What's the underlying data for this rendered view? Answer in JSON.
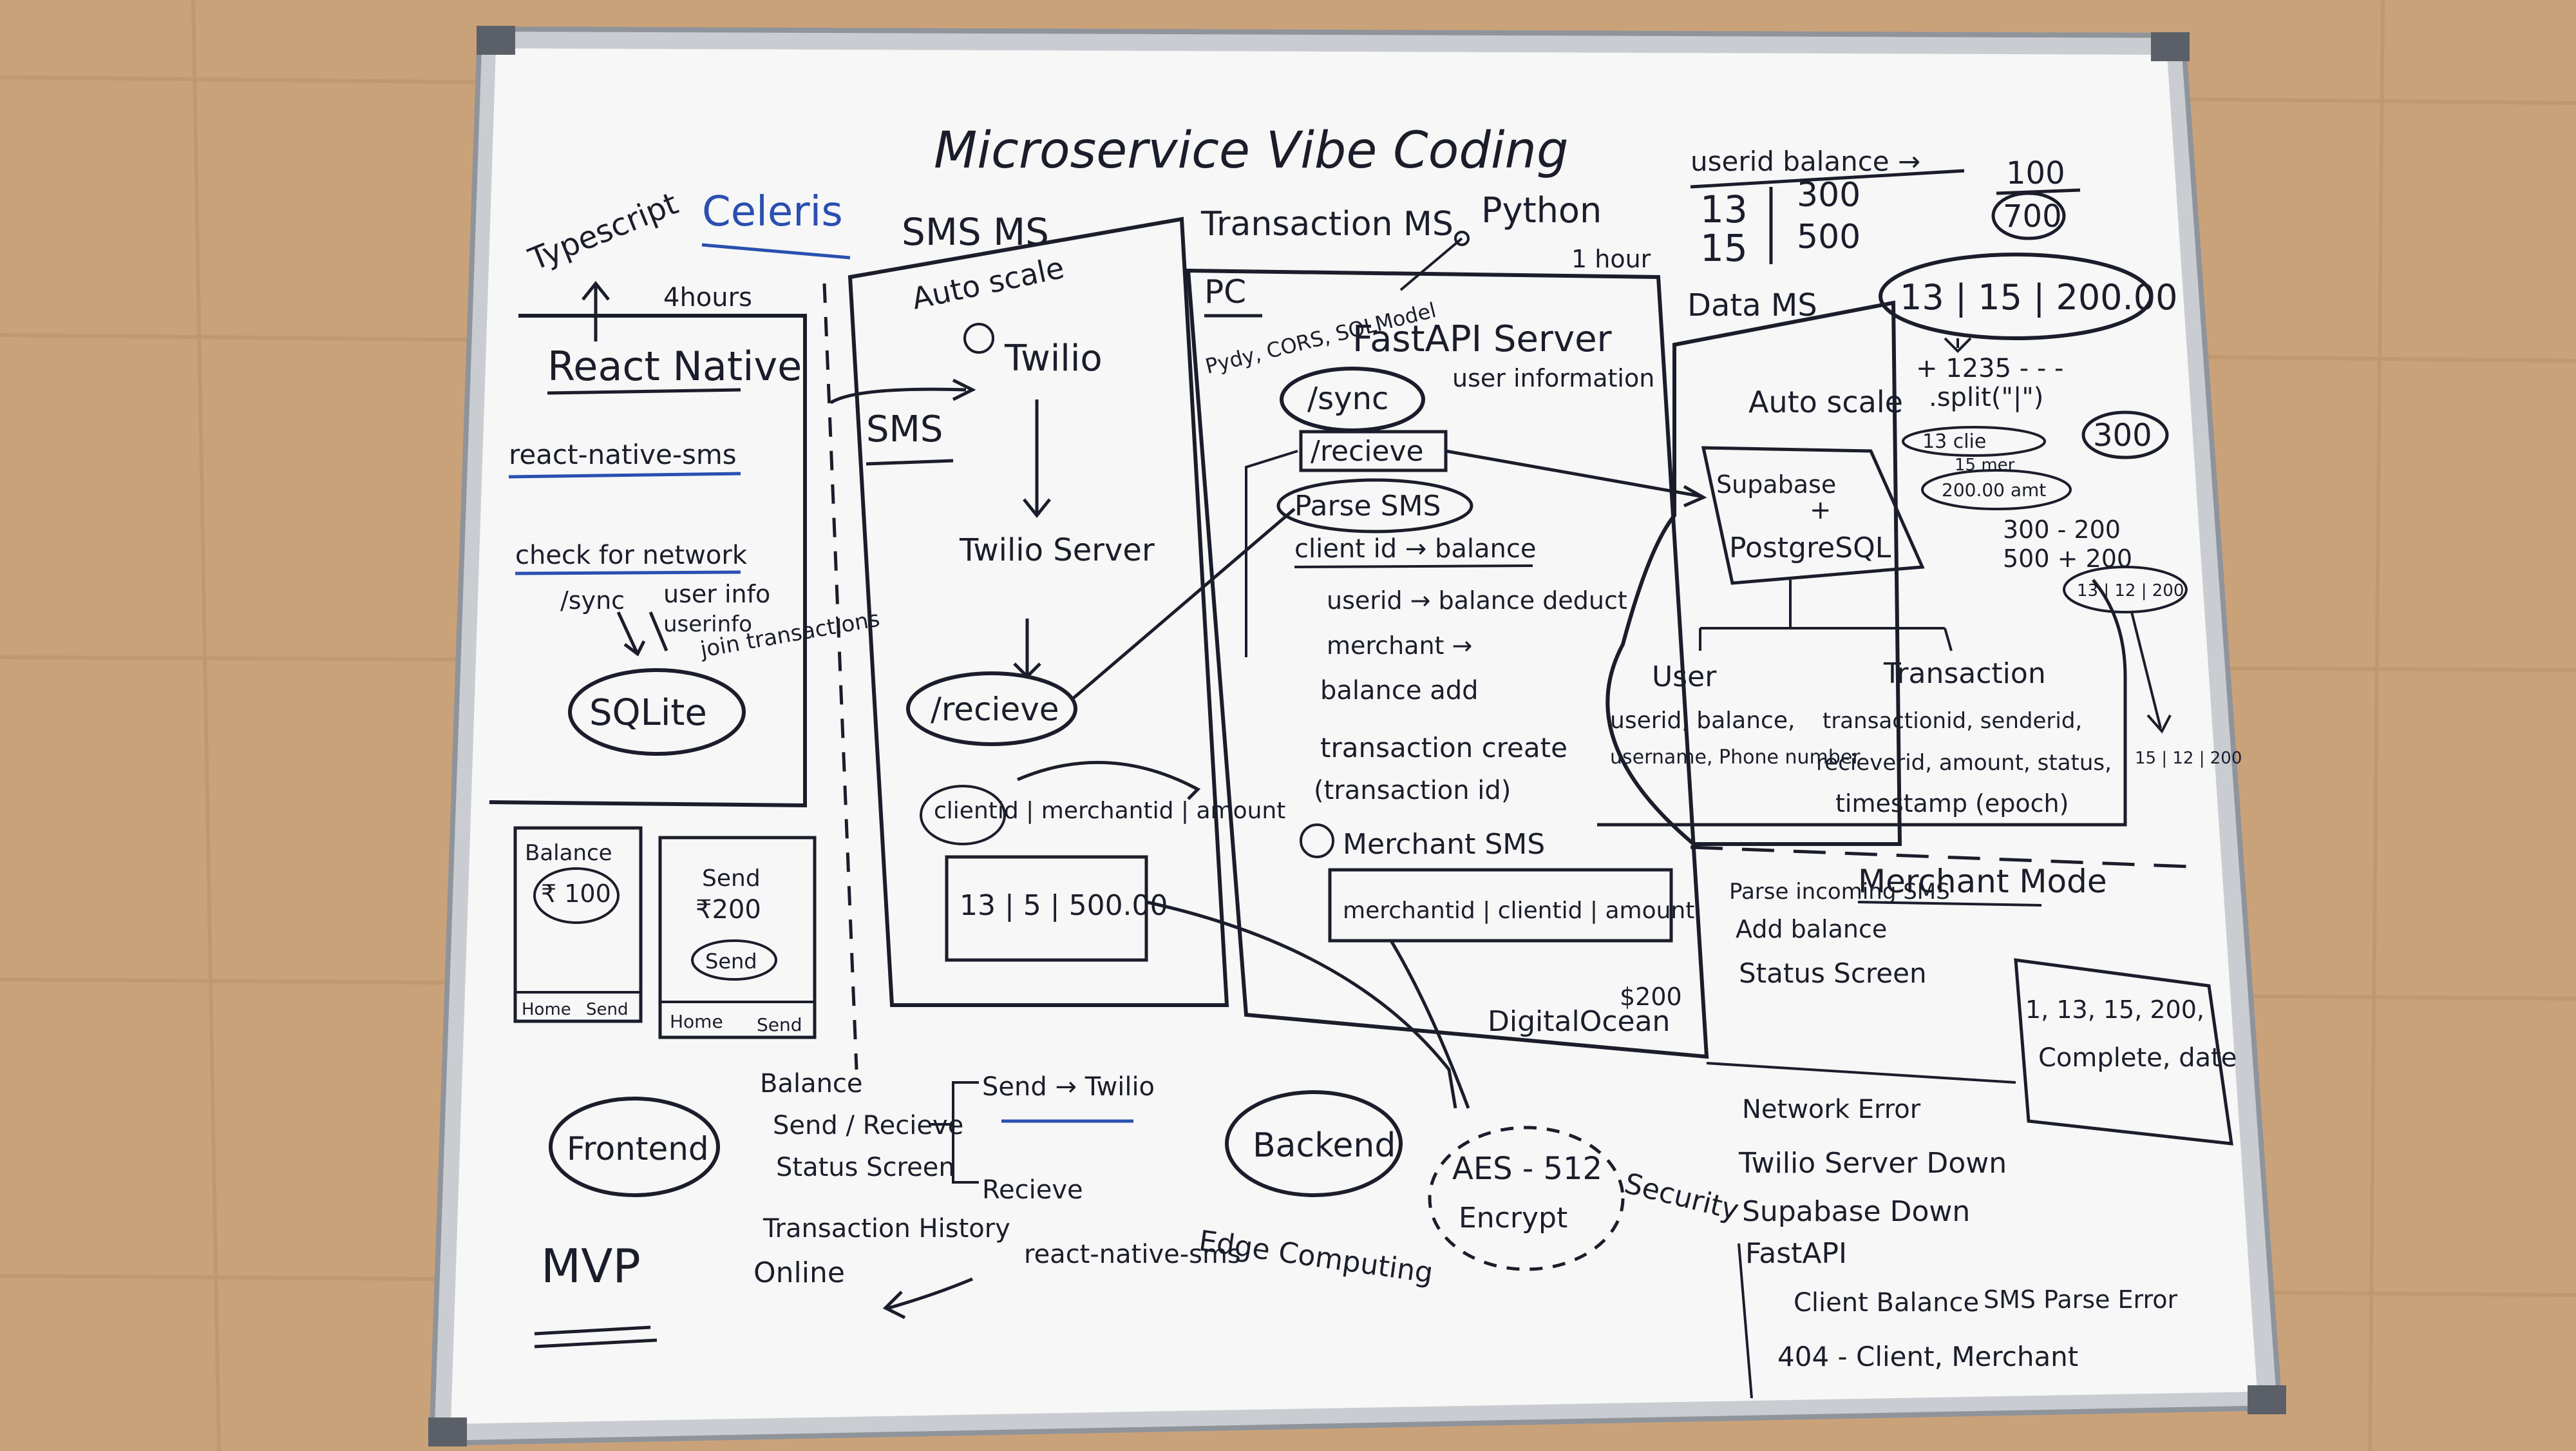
{
  "colors": {
    "wall": "#caa27a",
    "wall_grain": "#b88f67",
    "frame": "#c9ccd1",
    "frame_dark": "#8f949b",
    "board": "#f6f7f6",
    "ink": "#1b1d2b",
    "blue_ink": "#2a4fb0",
    "corner": "#5b6068"
  },
  "board": {
    "title": "Microservice Vibe Coding",
    "header_left": {
      "typescript": "Typescript",
      "celeris": "Celeris",
      "hours": "4hours",
      "react_native": "React Native"
    },
    "frontend_panel": {
      "item1": "react-native-sms",
      "item2": "check for network",
      "sync": "/sync",
      "user_info": "user info",
      "user_info2": "userinfo",
      "join_transactions": "join transactions",
      "sqlite": "SQLite"
    },
    "phones": {
      "balance_label": "Balance",
      "balance_value": "₹ 100",
      "send_label": "Send",
      "send_value": "₹200",
      "send_button": "Send",
      "tab_home_1": "Home",
      "tab_send_1": "Send",
      "tab_home_2": "Home",
      "tab_send_2": "Send"
    },
    "sms_ms": {
      "title": "SMS MS",
      "autoscale": "Auto scale",
      "sms": "SMS",
      "twilio": "Twilio",
      "twilio_server": "Twilio Server",
      "recieve": "/recieve",
      "fields": "clientid | merchantid | amount",
      "example": "13 | 5 | 500.00"
    },
    "transaction_ms": {
      "title": "Transaction MS",
      "python": "Python",
      "hours": "1 hour",
      "pc": "PC",
      "stack": "Pydy, CORS, SQLModel",
      "fastapi": "FastAPI Server",
      "sync": "/sync",
      "user_information": "user information",
      "recieve": "/recieve",
      "step1": "Parse SMS",
      "step2": "client id → balance",
      "step2a": "userid → balance deduct",
      "step2b": "merchant →",
      "step2b_cont": "balance add",
      "step3": "transaction create",
      "step3_cont": "(transaction id)",
      "step4": "Merchant SMS",
      "merchant_fields": "merchantid | clientid | amount",
      "digitalocean": "DigitalOcean",
      "cost": "$200"
    },
    "data_ms": {
      "title": "Data MS",
      "autoscale": "Auto scale",
      "supabase": "Supabase",
      "plus": "+",
      "postgres": "PostgreSQL",
      "user_table": "User",
      "user_fields_1": "userid, balance,",
      "user_fields_2": "username, Phone number",
      "transaction_table": "Transaction",
      "txn_fields_1": "transactionid, senderid,",
      "txn_fields_2": "recieverid, amount, status,",
      "txn_fields_3": "timestamp (epoch)"
    },
    "balance_table": {
      "header": "userid   balance →",
      "row1_id": "13",
      "row1_bal": "300",
      "row2_id": "15",
      "row2_bal": "500",
      "side_top": "100",
      "side_bottom": "700"
    },
    "parse_notes": {
      "payload": "13 | 15 | 200.00",
      "example": "+ 1235 - - -",
      "split": ".split(\"|\")",
      "client": "13 clie",
      "merchant": "15 mer",
      "amount": "200.00 amt",
      "balance_result": "300",
      "math1": "300 - 200",
      "math2": "500 + 200",
      "short": "13 | 12 | 200",
      "output": "15 | 12 | 200"
    },
    "merchant_mode": {
      "title": "Merchant Mode",
      "item1": "Parse incoming SMS",
      "item2": "Add balance",
      "item3": "Status Screen",
      "status_box_1": "1, 13, 15, 200,",
      "status_box_2": "Complete, date"
    },
    "errors": {
      "e1": "Network Error",
      "e2": "Twilio Server Down",
      "e3": "Supabase Down",
      "e4": "FastAPI",
      "e4a": "Client Balance",
      "e4b": "SMS Parse Error",
      "e4c": "404 - Client, Merchant"
    },
    "frontend_list": {
      "label": "Frontend",
      "item1": "Balance",
      "item2": "Send / Recieve",
      "item3": "Status Screen",
      "item4": "Transaction History",
      "send": "Send → Twilio",
      "recieve": "Recieve",
      "online": "Online",
      "rn_sms": "react-native-sms",
      "mvp": "MVP"
    },
    "backend": {
      "label": "Backend",
      "edge": "Edge Computing",
      "aes": "AES - 512",
      "encrypt": "Encrypt",
      "security": "Security"
    }
  }
}
